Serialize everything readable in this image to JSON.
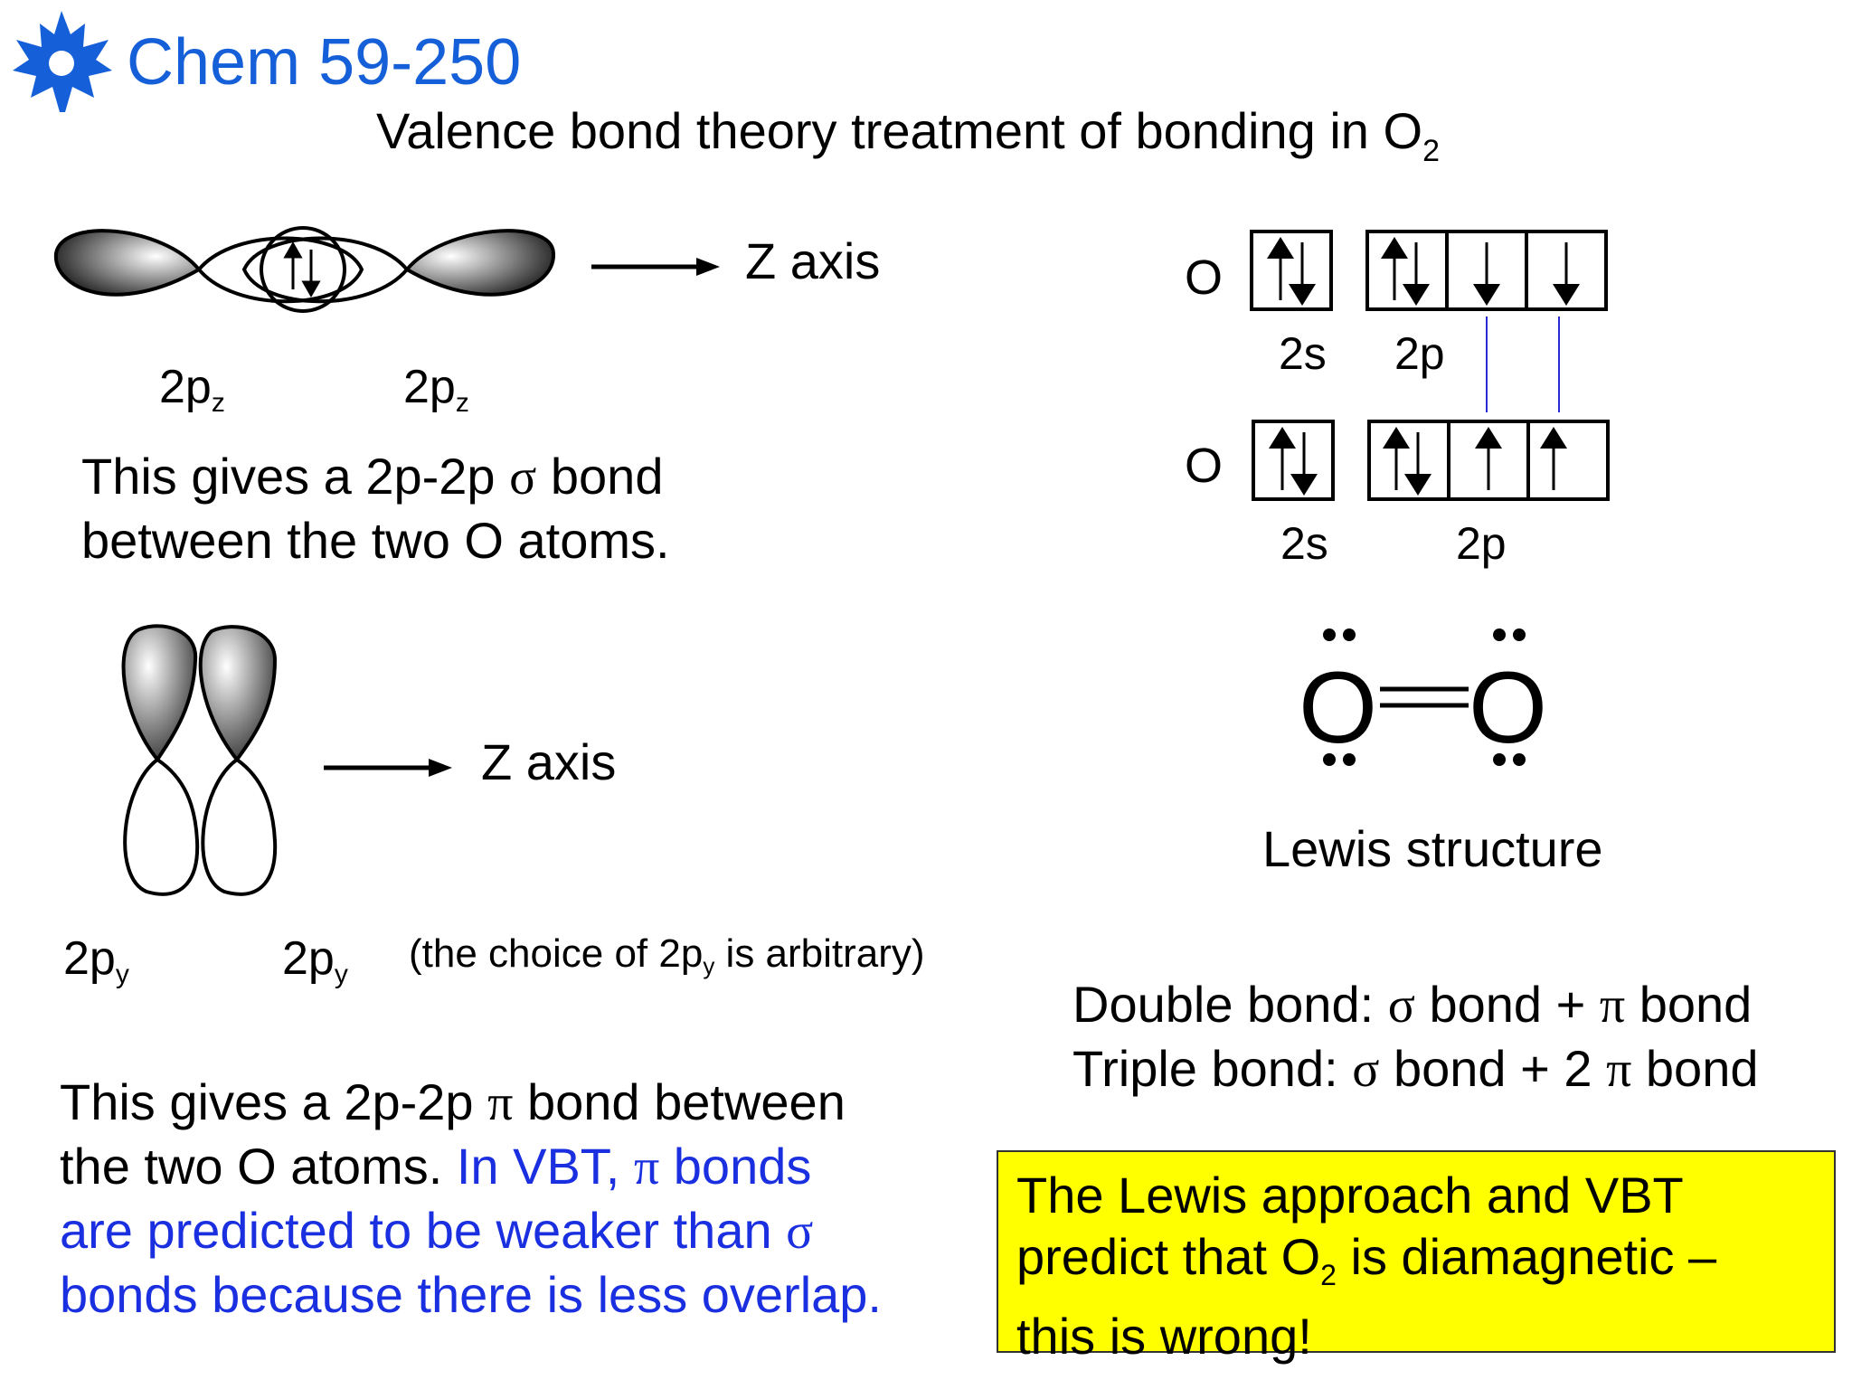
{
  "header": {
    "course_title": "Chem 59-250",
    "slide_title": "Valence bond theory treatment of bonding in O",
    "slide_title_sub": "2",
    "logo_icon": "maple-leaf-icon",
    "accent_color": "#1560d8"
  },
  "sigma_section": {
    "axis_label": "Z axis",
    "orbital_left": "2p",
    "orbital_left_sub": "z",
    "orbital_right": "2p",
    "orbital_right_sub": "z",
    "text_line1_a": "This gives a 2p-2p ",
    "text_line1_greek": "σ",
    "text_line1_b": " bond",
    "text_line2": "between the two O atoms."
  },
  "pi_section": {
    "axis_label": "Z axis",
    "orbital_left": "2p",
    "orbital_left_sub": "y",
    "orbital_right": "2p",
    "orbital_right_sub": "y",
    "note_a": "(the choice of 2p",
    "note_sub": "y",
    "note_b": " is arbitrary)",
    "line1_a": "This gives a 2p-2p ",
    "line1_greek": "π",
    "line1_b": " bond between",
    "line2_black": "the two O atoms.  ",
    "line2_blue_a": "In VBT, ",
    "line2_greek": "π",
    "line2_blue_b": " bonds",
    "line3_a": "are predicted to be weaker than ",
    "line3_greek": "σ",
    "line4": "bonds because there is less overlap.",
    "highlight_color": "#1a2fe0"
  },
  "electron_config": {
    "atom_top": "O",
    "atom_bottom": "O",
    "label_2s_top": "2s",
    "label_2p_top": "2p",
    "label_2s_bottom": "2s",
    "label_2p_bottom": "2p"
  },
  "lewis": {
    "atom_left": "O",
    "atom_right": "O",
    "caption": "Lewis structure"
  },
  "bond_summary": {
    "double_a": "Double bond: ",
    "double_g1": "σ",
    "double_b": " bond + ",
    "double_g2": "π",
    "double_c": " bond",
    "triple_a": "Triple bond: ",
    "triple_g1": "σ",
    "triple_b": " bond + 2 ",
    "triple_g2": "π",
    "triple_c": " bond"
  },
  "note": {
    "line1": "The Lewis approach and VBT",
    "line2_a": "predict that O",
    "line2_sub": "2",
    "line2_b": " is diamagnetic –",
    "line3": "this is wrong!",
    "background": "#ffff00"
  }
}
